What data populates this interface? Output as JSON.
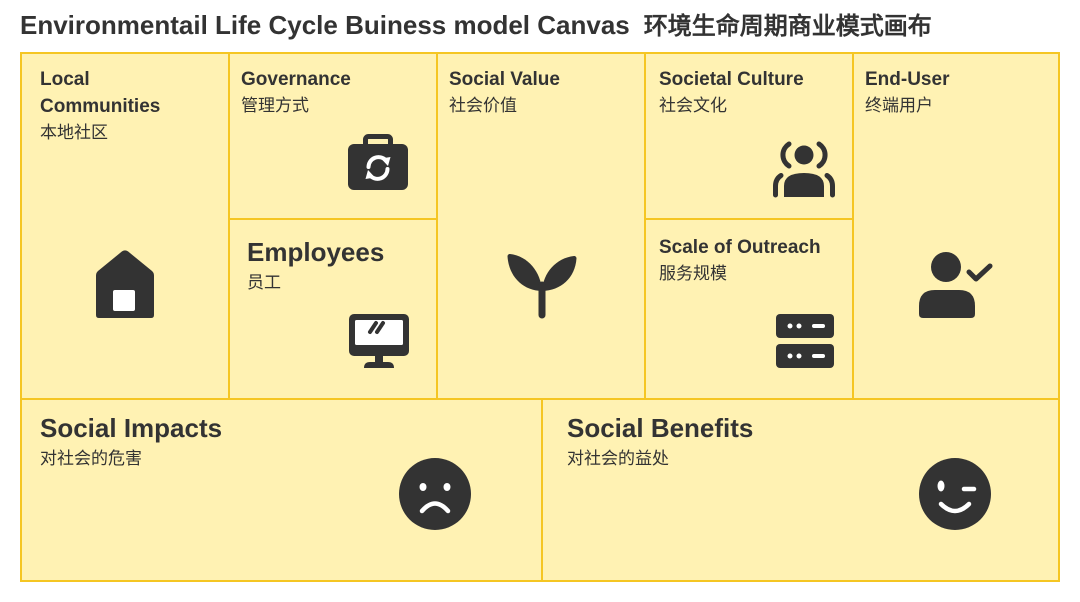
{
  "title": {
    "en": "Environmentail Life Cycle Buiness model Canvas",
    "zh": "环境生命周期商业模式画布"
  },
  "colors": {
    "cell_fill": "#FFF2B3",
    "cell_border": "#F5C623",
    "text": "#333333",
    "icon": "#333333"
  },
  "canvas": {
    "local_communities": {
      "title": "Local Communities",
      "subtitle": "本地社区",
      "icon": "house-icon"
    },
    "governance": {
      "title": "Governance",
      "subtitle": "管理方式",
      "icon": "briefcase-sync-icon"
    },
    "employees": {
      "title": "Employees",
      "subtitle": "员工",
      "icon": "monitor-icon"
    },
    "social_value": {
      "title": "Social Value",
      "subtitle": "社会价值",
      "icon": "seedling-icon"
    },
    "societal_culture": {
      "title": "Societal Culture",
      "subtitle": "社会文化",
      "icon": "people-group-icon"
    },
    "scale_of_outreach": {
      "title": "Scale of Outreach",
      "subtitle": "服务规模",
      "icon": "server-icon"
    },
    "end_user": {
      "title": "End-User",
      "subtitle": "终端用户",
      "icon": "user-check-icon"
    },
    "social_impacts": {
      "title": "Social Impacts",
      "subtitle": "对社会的危害",
      "icon": "sad-face-icon"
    },
    "social_benefits": {
      "title": "Social Benefits",
      "subtitle": "对社会的益处",
      "icon": "wink-face-icon"
    }
  }
}
